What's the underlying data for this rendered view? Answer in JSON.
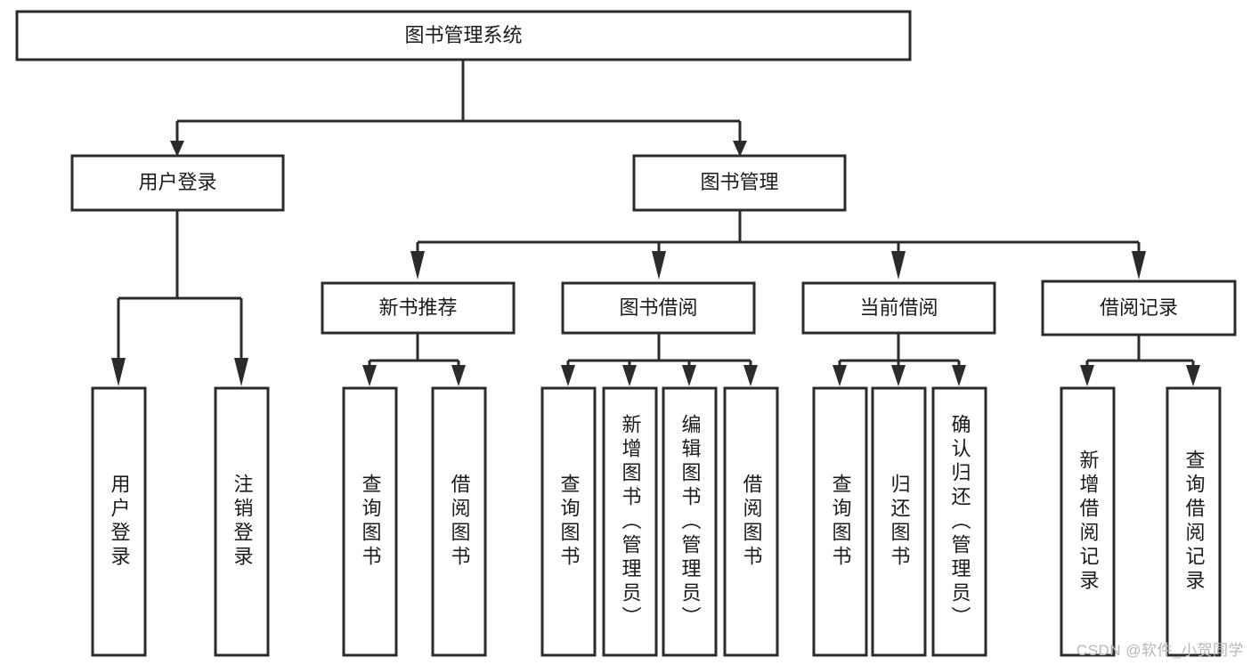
{
  "diagram": {
    "type": "tree-hierarchy-chart",
    "title": "图书管理系统",
    "root": {
      "id": "root",
      "label": "图书管理系统",
      "orientation": "horizontal"
    },
    "level2": [
      {
        "id": "user-login",
        "label": "用户登录",
        "orientation": "horizontal"
      },
      {
        "id": "book-manage",
        "label": "图书管理",
        "orientation": "horizontal"
      }
    ],
    "level3": [
      {
        "id": "new-book-recommend",
        "label": "新书推荐",
        "orientation": "horizontal"
      },
      {
        "id": "book-borrow",
        "label": "图书借阅",
        "orientation": "horizontal"
      },
      {
        "id": "current-borrow",
        "label": "当前借阅",
        "orientation": "horizontal"
      },
      {
        "id": "borrow-record",
        "label": "借阅记录",
        "orientation": "horizontal"
      }
    ],
    "leaves": [
      {
        "id": "leaf-user-login",
        "label": "用户登录",
        "parent": "user-login",
        "orientation": "vertical"
      },
      {
        "id": "leaf-user-logout",
        "label": "注销登录",
        "parent": "user-login",
        "orientation": "vertical"
      },
      {
        "id": "leaf-query-book-1",
        "label": "查询图书",
        "parent": "new-book-recommend",
        "orientation": "vertical"
      },
      {
        "id": "leaf-borrow-book-1",
        "label": "借阅图书",
        "parent": "new-book-recommend",
        "orientation": "vertical"
      },
      {
        "id": "leaf-query-book-2",
        "label": "查询图书",
        "parent": "book-borrow",
        "orientation": "vertical"
      },
      {
        "id": "leaf-add-book",
        "label": "新增图书（管理员）",
        "parent": "book-borrow",
        "orientation": "vertical"
      },
      {
        "id": "leaf-edit-book",
        "label": "编辑图书（管理员）",
        "parent": "book-borrow",
        "orientation": "vertical"
      },
      {
        "id": "leaf-borrow-book-2",
        "label": "借阅图书",
        "parent": "book-borrow",
        "orientation": "vertical"
      },
      {
        "id": "leaf-query-book-3",
        "label": "查询图书",
        "parent": "current-borrow",
        "orientation": "vertical"
      },
      {
        "id": "leaf-return-book",
        "label": "归还图书",
        "parent": "current-borrow",
        "orientation": "vertical"
      },
      {
        "id": "leaf-confirm-return",
        "label": "确认归还（管理员）",
        "parent": "current-borrow",
        "orientation": "vertical"
      },
      {
        "id": "leaf-add-record",
        "label": "新增借阅记录",
        "parent": "borrow-record",
        "orientation": "vertical"
      },
      {
        "id": "leaf-query-record",
        "label": "查询借阅记录",
        "parent": "borrow-record",
        "orientation": "vertical"
      }
    ],
    "colors": {
      "stroke": "#2b2b2b",
      "fill": "#ffffff",
      "text": "#1b1b1b",
      "background": "#ffffff",
      "watermark": "#b8b8b8"
    }
  },
  "watermark": {
    "text": "CSDN @软件_小贺同学"
  }
}
